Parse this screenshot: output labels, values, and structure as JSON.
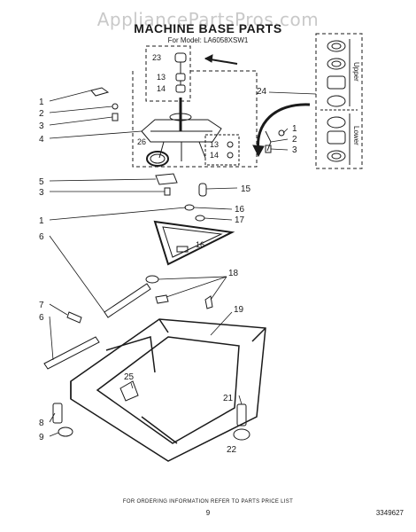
{
  "watermark": "AppliancePartsPros.com",
  "title": "MACHINE BASE PARTS",
  "subtitle": "For Model: LA6058XSW1",
  "footer_note": "FOR ORDERING INFORMATION REFER TO PARTS PRICE LIST",
  "page_number": "9",
  "document_number": "3349627",
  "bearing_labels": {
    "upper": "Upper",
    "lower": "Lower"
  },
  "callouts": [
    "1",
    "2",
    "3",
    "4",
    "5",
    "6",
    "7",
    "8",
    "13",
    "14",
    "15",
    "16",
    "17",
    "18",
    "19",
    "21",
    "22",
    "23",
    "24",
    "25",
    "26"
  ]
}
